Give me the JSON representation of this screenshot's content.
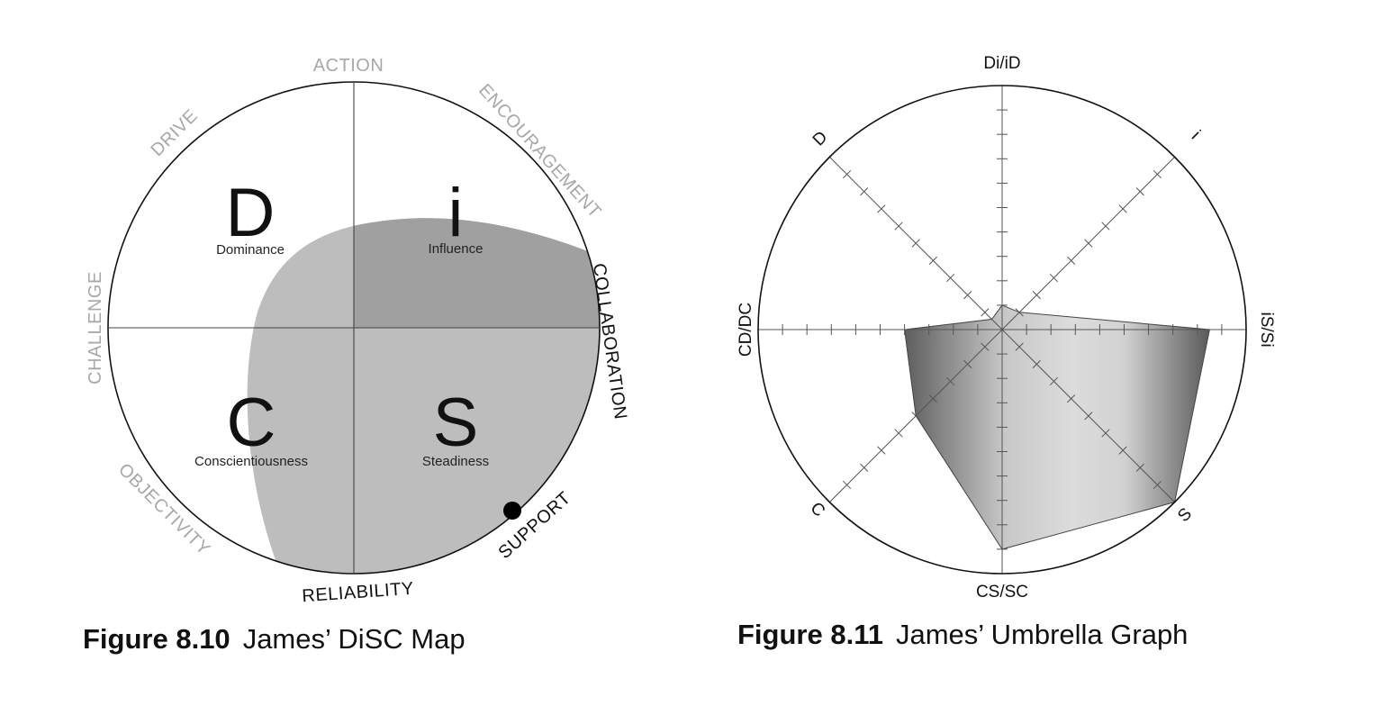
{
  "figures": {
    "disc_map": {
      "caption_number": "Figure 8.10",
      "caption_title": "James’ DiSC Map",
      "priorities": {
        "action": "ACTION",
        "encouragement": "ENCOURAGEMENT",
        "collaboration": "COLLABORATION",
        "support": "SUPPORT",
        "reliability": "RELIABILITY",
        "objectivity": "OBJECTIVITY",
        "challenge": "CHALLENGE",
        "drive": "DRIVE"
      },
      "quadrants": {
        "d": {
          "letter": "D",
          "name": "Dominance"
        },
        "i": {
          "letter": "i",
          "name": "Influence"
        },
        "s": {
          "letter": "S",
          "name": "Steadiness"
        },
        "c": {
          "letter": "C",
          "name": "Conscientiousness"
        }
      },
      "colors": {
        "shade_light": "#bdbdbd",
        "shade_dark": "#a0a0a0",
        "active_label": "#111111",
        "inactive_label": "#a8a8a8",
        "dot": "#000000"
      }
    },
    "umbrella_graph": {
      "caption_number": "Figure 8.11",
      "caption_title": "James’ Umbrella Graph",
      "axis_labels": {
        "top": "Di/iD",
        "upper_right": "i",
        "right": "iS/Si",
        "lower_right": "S",
        "bottom": "CS/SC",
        "lower_left": "C",
        "left": "CD/DC",
        "upper_left": "D"
      }
    }
  },
  "chart_data": [
    {
      "type": "quadrant-map",
      "title": "Figure 8.10 James’ DiSC Map",
      "quadrants": [
        "D Dominance",
        "i Influence",
        "S Steadiness",
        "C Conscientiousness"
      ],
      "priorities_clockwise_from_top": [
        "ACTION",
        "ENCOURAGEMENT",
        "COLLABORATION",
        "SUPPORT",
        "RELIABILITY",
        "OBJECTIVITY",
        "CHALLENGE",
        "DRIVE"
      ],
      "highlighted_priorities": [
        "COLLABORATION",
        "SUPPORT",
        "RELIABILITY"
      ],
      "dot_position": "S quadrant, on circle edge near SUPPORT",
      "shaded_region": "covers most of i and S quadrants, part of C quadrant"
    },
    {
      "type": "radar",
      "title": "Figure 8.11 James’ Umbrella Graph",
      "axes": [
        "Di/iD",
        "i",
        "iS/Si",
        "S",
        "CS/SC",
        "C",
        "CD/DC",
        "D"
      ],
      "values": [
        1,
        1,
        8.5,
        10,
        9,
        5,
        4,
        0.6
      ],
      "range": [
        0,
        10
      ],
      "ticks_per_axis": 10,
      "grid": false
    }
  ]
}
